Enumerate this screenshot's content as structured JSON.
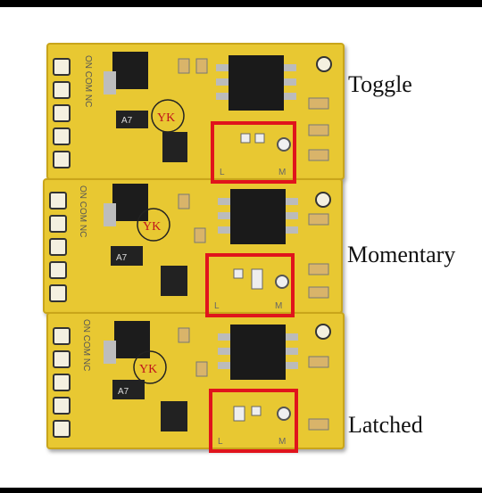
{
  "modes": [
    {
      "label": "Toggle"
    },
    {
      "label": "Momentary"
    },
    {
      "label": "Latched"
    }
  ],
  "board_text": {
    "logo": "YK",
    "pins": "ON COM NC",
    "chip_marking": "A7",
    "jumper_left": "L",
    "jumper_right": "M"
  },
  "colors": {
    "pcb": "#e8c832",
    "highlight": "#e0141c",
    "logo": "#c0141c"
  }
}
